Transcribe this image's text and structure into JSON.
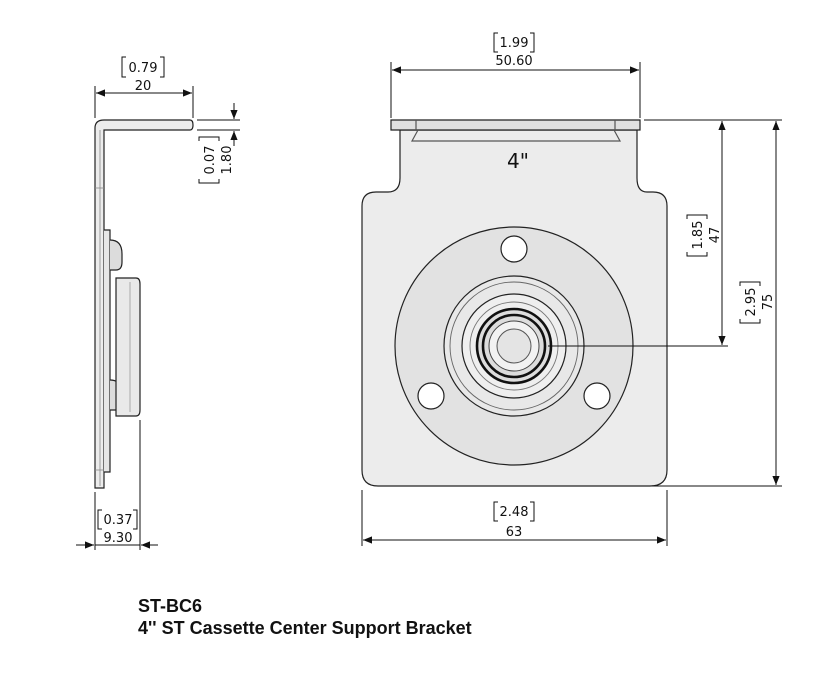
{
  "side_view": {
    "width_in": "0.79",
    "width_mm": "20",
    "thickness_in": "0.07",
    "thickness_mm": "1.80",
    "depth_in": "0.37",
    "depth_mm": "9.30"
  },
  "front_view": {
    "size_label": "4\"",
    "top_width_in": "1.99",
    "top_width_mm": "50.60",
    "center_height_in": "1.85",
    "center_height_mm": "47",
    "total_height_in": "2.95",
    "total_height_mm": "75",
    "bottom_width_in": "2.48",
    "bottom_width_mm": "63"
  },
  "title_block": {
    "part_number": "ST-BC6",
    "part_name": "4'' ST Cassette Center Support Bracket"
  }
}
